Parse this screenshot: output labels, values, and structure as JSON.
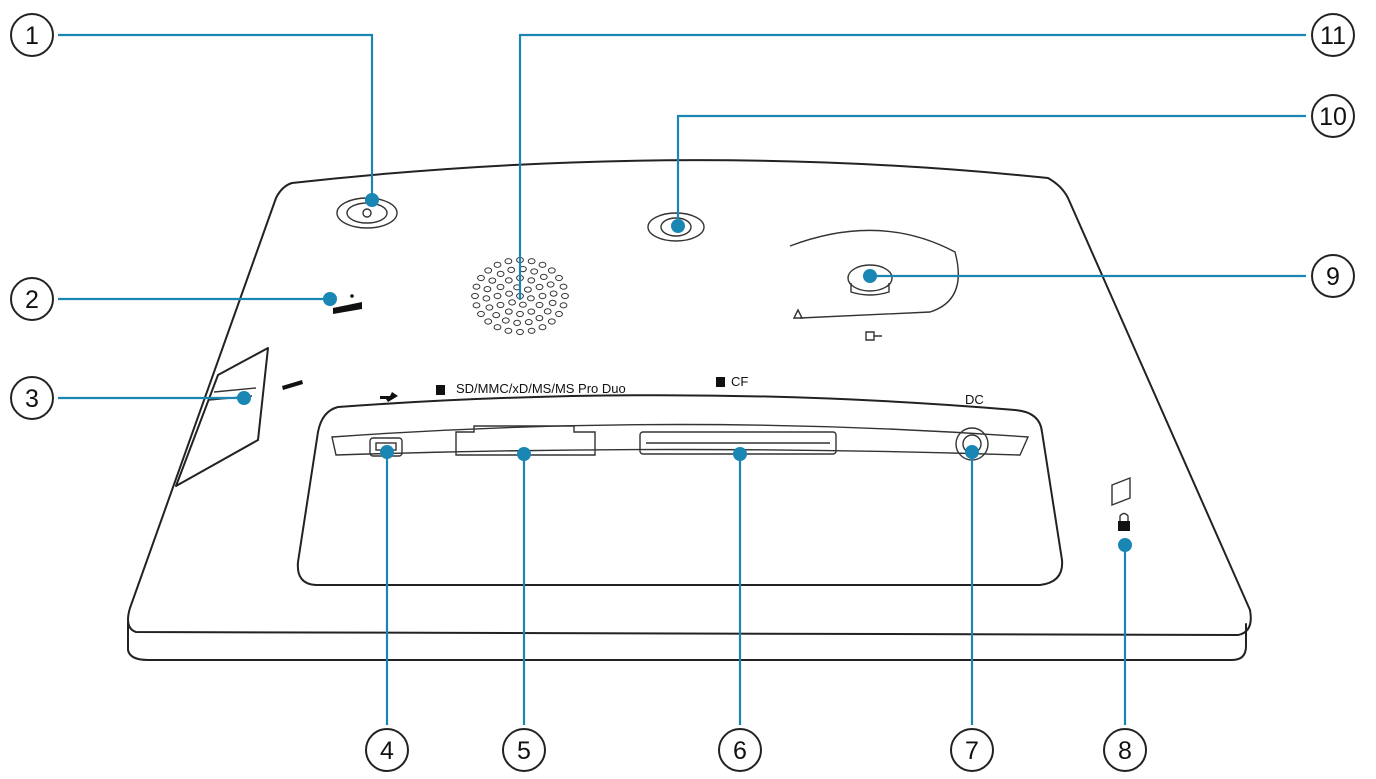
{
  "diagram": {
    "port_labels": {
      "card_slot_1": "SD/MMC/xD/MS/MS Pro Duo",
      "card_slot_2": "CF",
      "power_input": "DC"
    },
    "callouts": {
      "c1": "1",
      "c2": "2",
      "c3": "3",
      "c4": "4",
      "c5": "5",
      "c6": "6",
      "c7": "7",
      "c8": "8",
      "c9": "9",
      "c10": "10",
      "c11": "11"
    },
    "icons": [
      "power-icon",
      "headphone-icon",
      "usb-icon",
      "sd-card-icon",
      "cf-card-icon",
      "lock-icon",
      "unlock-icon",
      "speaker-grille"
    ],
    "colors": {
      "leader_line": "#1a86b4",
      "outline": "#222222"
    }
  }
}
